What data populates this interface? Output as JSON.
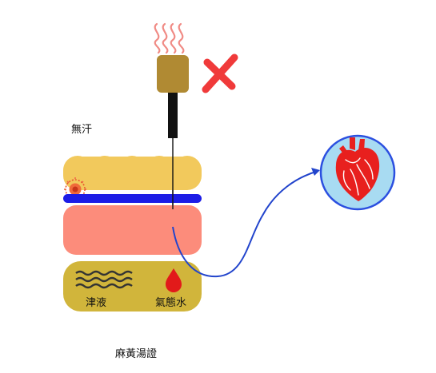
{
  "labels": {
    "no_sweat": "無汗",
    "body_fluid": "津液",
    "qi_water": "氣態水",
    "formula": "麻黃湯證"
  },
  "icons": {
    "heat": "steam-icon",
    "forbidden": "red-x-icon",
    "heart": "heart-icon",
    "virus": "pathogen-icon",
    "waves": "wave-icon",
    "drop": "water-drop-icon"
  },
  "colors": {
    "fat": "#f2c95c",
    "membrane": "#1c1ce6",
    "muscle": "#fc8c7b",
    "fluid": "#d1b53b",
    "moxa": "#b08a33",
    "cross": "#f03a3a",
    "arrow": "#2244cc",
    "heart_bg": "#a8dbf2",
    "heart": "#e8201e"
  }
}
